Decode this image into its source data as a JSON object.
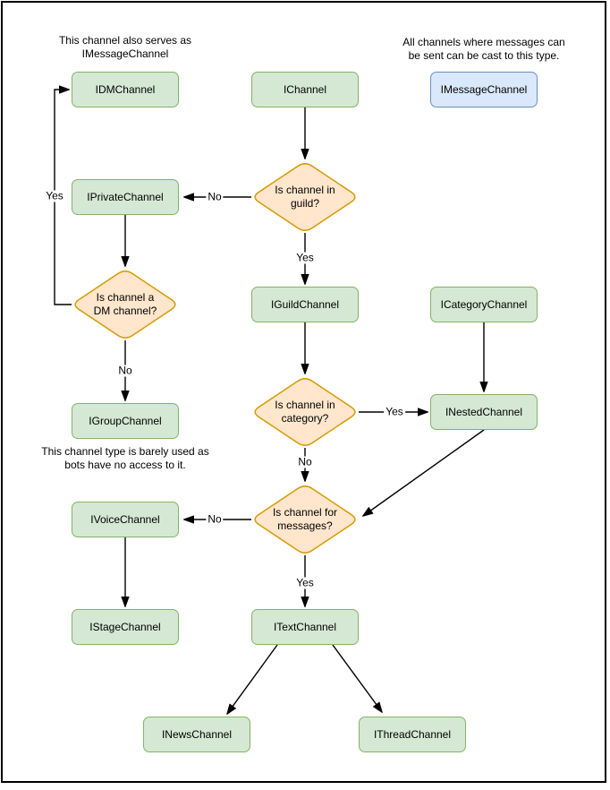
{
  "diagram": {
    "colors": {
      "node_fill": "#d5e8d4",
      "node_stroke": "#82b366",
      "decision_fill": "#ffe6cc",
      "decision_stroke": "#d79b00",
      "highlight_fill": "#dae8fc",
      "highlight_stroke": "#6c8ebf",
      "edge": "#000000",
      "background": "#ffffff"
    },
    "notes": {
      "dm_note": "This channel also serves as\nIMessageChannel",
      "message_note": "All channels where messages can\nbe sent can be cast to this type.",
      "group_note": "This channel type is barely used as\nbots have no access to it."
    },
    "nodes": {
      "idm": {
        "label": "IDMChannel"
      },
      "ichannel": {
        "label": "IChannel"
      },
      "imessage": {
        "label": "IMessageChannel"
      },
      "iprivate": {
        "label": "IPrivateChannel"
      },
      "iguild": {
        "label": "IGuildChannel"
      },
      "icategory": {
        "label": "ICategoryChannel"
      },
      "igroup": {
        "label": "IGroupChannel"
      },
      "inested": {
        "label": "INestedChannel"
      },
      "ivoice": {
        "label": "IVoiceChannel"
      },
      "istage": {
        "label": "IStageChannel"
      },
      "itext": {
        "label": "ITextChannel"
      },
      "inews": {
        "label": "INewsChannel"
      },
      "ithread": {
        "label": "IThreadChannel"
      }
    },
    "decisions": {
      "in_guild": {
        "label": "Is channel in\nguild?"
      },
      "is_dm": {
        "label": "Is channel a\nDM channel?"
      },
      "in_category": {
        "label": "Is channel in\ncategory?"
      },
      "for_messages": {
        "label": "Is channel for\nmessages?"
      }
    },
    "edge_labels": {
      "guild_no": "No",
      "guild_yes": "Yes",
      "dm_yes": "Yes",
      "dm_no": "No",
      "category_yes": "Yes",
      "category_no": "No",
      "messages_no": "No",
      "messages_yes": "Yes"
    }
  }
}
